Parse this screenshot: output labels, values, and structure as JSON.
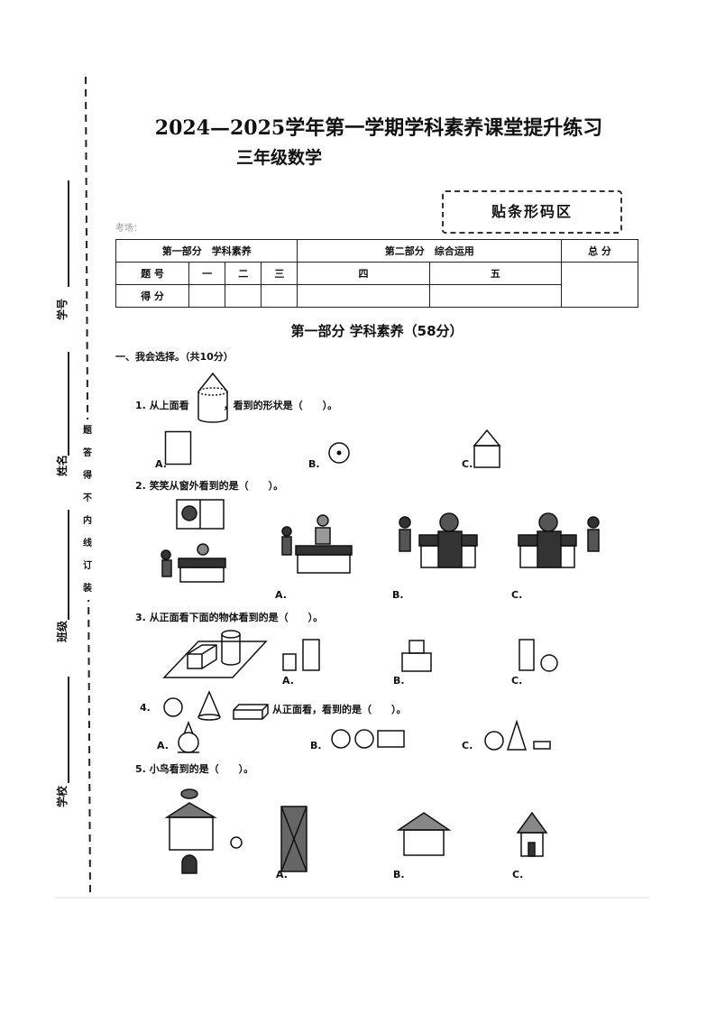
{
  "header": {
    "title": "2024—2025学年第一学期学科素养课堂提升练习",
    "subtitle": "三年级数学",
    "barcode_area": "贴条形码区",
    "exam_room": "考场："
  },
  "side": {
    "fields": [
      "学号",
      "姓名",
      "班级",
      "学校"
    ],
    "binding_notice": [
      "装",
      "订",
      "线",
      "内",
      "不",
      "得",
      "答",
      "题"
    ]
  },
  "score_table": {
    "part1": "第一部分　学科素养",
    "part2": "第二部分　综合运用",
    "total": "总 分",
    "row_number": "题 号",
    "row_score": "得 分",
    "numbers": [
      "一",
      "二",
      "三",
      "四",
      "五"
    ]
  },
  "section": {
    "heading": "第一部分  学科素养（58分）",
    "part_one": "一、我会选择。（共10分）"
  },
  "questions": [
    {
      "num": "1.",
      "text_before": "从上面看",
      "text_after": "，看到的形状是（　　）。",
      "options": [
        "A.",
        "B.",
        "C."
      ]
    },
    {
      "num": "2.",
      "text": "笑笑从窗外看到的是（　　）。",
      "options": [
        "A.",
        "B.",
        "C."
      ]
    },
    {
      "num": "3.",
      "text": "从正面看下面的物体看到的是（　　）。",
      "options": [
        "A.",
        "B.",
        "C."
      ]
    },
    {
      "num": "4.",
      "text": "从正面看，看到的是（　　）。",
      "options": [
        "A.",
        "B.",
        "C."
      ]
    },
    {
      "num": "5.",
      "text": "小鸟看到的是（　　）。",
      "options": [
        "A.",
        "B.",
        "C."
      ]
    }
  ]
}
